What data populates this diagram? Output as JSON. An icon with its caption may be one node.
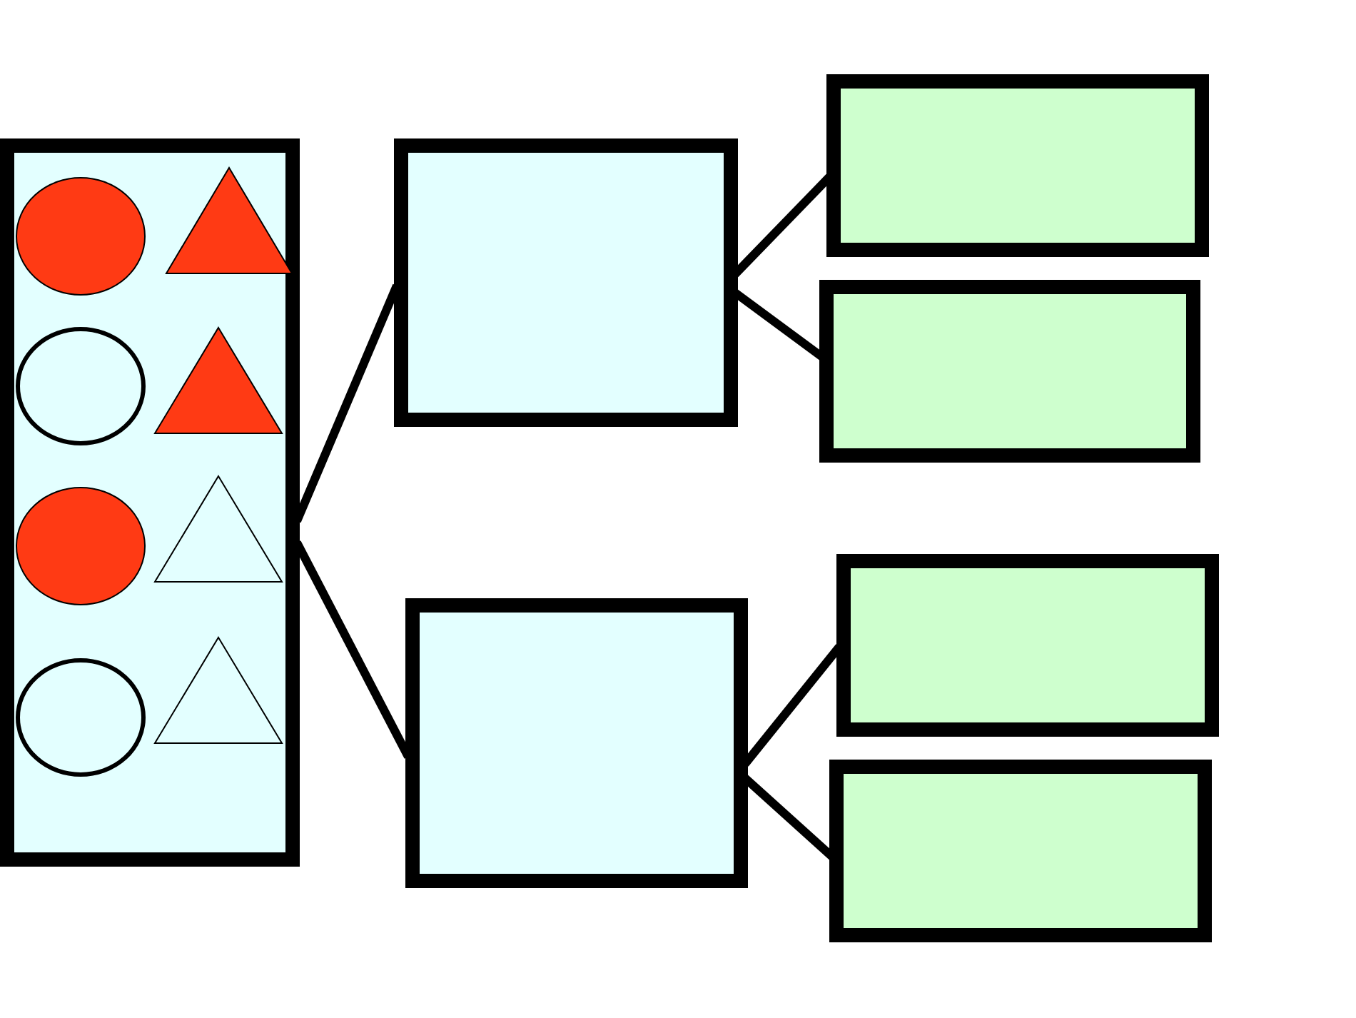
{
  "diagram": {
    "nodes": [
      {
        "text": [],
        "shape": "box"
      },
      {
        "text": [],
        "shape": "circle",
        "in": 0
      },
      {
        "text": [],
        "shape": "triangle",
        "in": 0
      },
      {
        "text": [],
        "shape": "circle",
        "in": 0
      },
      {
        "text": [],
        "shape": "triangle",
        "in": 0
      },
      {
        "text": [],
        "shape": "circle",
        "in": 0
      },
      {
        "text": [],
        "shape": "triangle",
        "in": 0
      },
      {
        "text": [],
        "shape": "circle",
        "in": 0
      },
      {
        "text": [],
        "shape": "triangle",
        "in": 0
      },
      {
        "text": [],
        "shape": "box"
      },
      {
        "text": [],
        "shape": "box"
      },
      {
        "text": [],
        "shape": "box"
      },
      {
        "text": [],
        "shape": "box"
      },
      {
        "text": [],
        "shape": "box"
      },
      {
        "text": [],
        "shape": "box"
      }
    ],
    "edges": [
      {
        "from": 0,
        "to": 9,
        "arrow": "none"
      },
      {
        "from": 0,
        "to": 10,
        "arrow": "none"
      },
      {
        "from": 9,
        "to": 11,
        "arrow": "none"
      },
      {
        "from": 9,
        "to": 12,
        "arrow": "none"
      },
      {
        "from": 10,
        "to": 13,
        "arrow": "none"
      },
      {
        "from": 10,
        "to": 14,
        "arrow": "none"
      }
    ]
  }
}
